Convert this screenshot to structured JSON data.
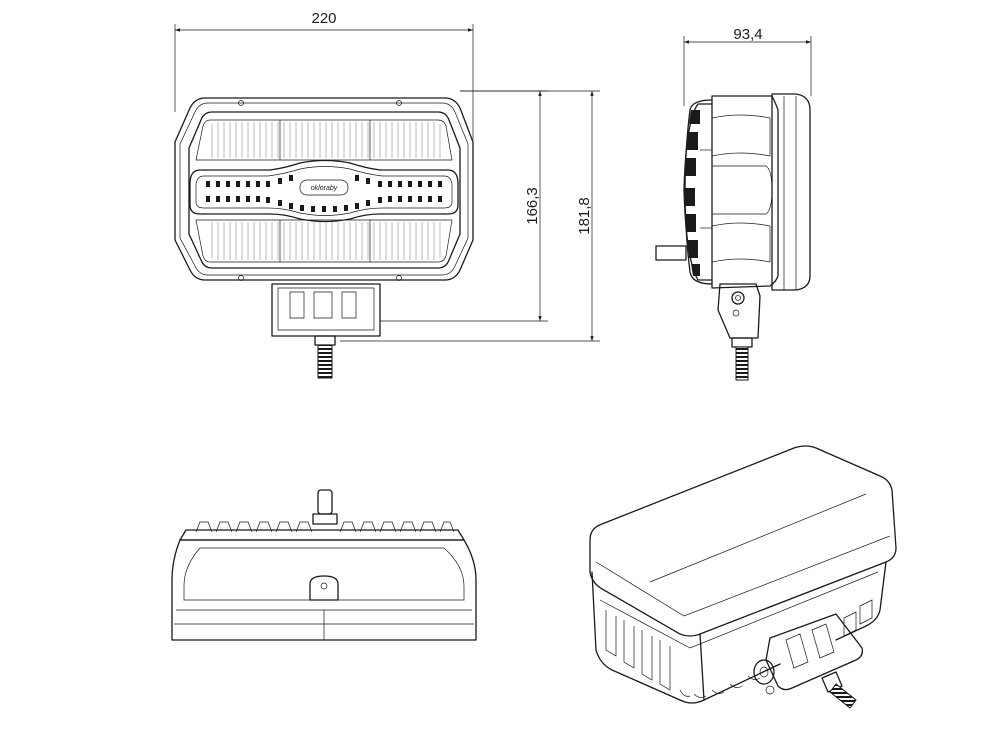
{
  "dimensions": {
    "width": "220",
    "depth": "93,4",
    "height_housing": "166,3",
    "height_total": "181,8"
  },
  "logo_text": "okloraby",
  "colors": {
    "line": "#1a1a1a",
    "background": "#ffffff"
  }
}
